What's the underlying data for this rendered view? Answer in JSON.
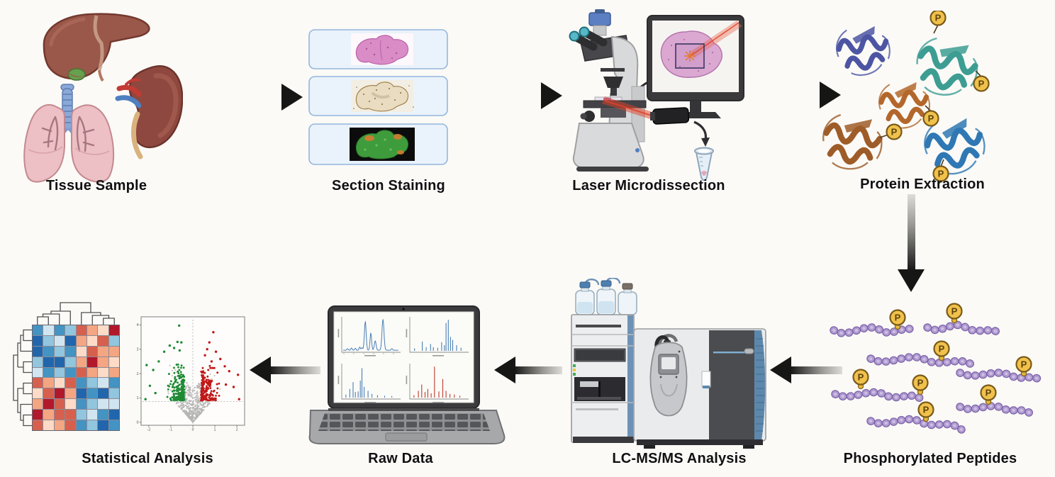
{
  "steps": [
    {
      "id": "tissue-sample",
      "label": "Tissue Sample"
    },
    {
      "id": "section-staining",
      "label": "Section Staining"
    },
    {
      "id": "laser-microdissection",
      "label": "Laser Microdissection"
    },
    {
      "id": "protein-extraction",
      "label": "Protein Extraction"
    },
    {
      "id": "phosphorylated-peptides",
      "label": "Phosphorylated Peptides"
    },
    {
      "id": "lc-ms-ms-analysis",
      "label": "LC-MS/MS Analysis"
    },
    {
      "id": "raw-data",
      "label": "Raw Data"
    },
    {
      "id": "statistical-analysis",
      "label": "Statistical Analysis"
    }
  ],
  "flow": [
    {
      "from": "Tissue Sample",
      "to": "Section Staining"
    },
    {
      "from": "Section Staining",
      "to": "Laser Microdissection"
    },
    {
      "from": "Laser Microdissection",
      "to": "Protein Extraction"
    },
    {
      "from": "Protein Extraction",
      "to": "Phosphorylated Peptides"
    },
    {
      "from": "Phosphorylated Peptides",
      "to": "LC-MS/MS Analysis"
    },
    {
      "from": "LC-MS/MS Analysis",
      "to": "Raw Data"
    },
    {
      "from": "Raw Data",
      "to": "Statistical Analysis"
    }
  ],
  "phosphate": {
    "symbol": "P",
    "fill": "#f0c14b",
    "border": "#7a5a18"
  },
  "colors": {
    "background": "#fbfaf7",
    "label_text": "#101012",
    "arrow_dark": "#161614",
    "slide_fill": "#eaf2fb",
    "slide_border": "#93b6dc",
    "peptide_bead": "#b09ad0",
    "protein_indigo": "#4d55a3",
    "protein_teal": "#3d9d93",
    "protein_orange": "#b3672c",
    "protein_brown": "#9e5c28",
    "protein_blue": "#2f78b3",
    "laser_red": "#e23c28",
    "instrument_blue": "#5d88ac"
  },
  "chart_data": [
    {
      "name": "clustered-heatmap",
      "type": "heatmap",
      "rows": 10,
      "cols": 8,
      "row_dendrogram": true,
      "col_dendrogram": true,
      "cell_colors": [
        [
          "#4393c3",
          "#d1e5f0",
          "#4393c3",
          "#92c5de",
          "#d6604d",
          "#f4a582",
          "#fddbc7",
          "#b2182b"
        ],
        [
          "#2166ac",
          "#92c5de",
          "#d1e5f0",
          "#2166ac",
          "#f4a582",
          "#fddbc7",
          "#d6604d",
          "#92c5de"
        ],
        [
          "#2166ac",
          "#4393c3",
          "#92c5de",
          "#4393c3",
          "#fddbc7",
          "#d6604d",
          "#f4a582",
          "#f4a582"
        ],
        [
          "#92c5de",
          "#2166ac",
          "#2166ac",
          "#92c5de",
          "#f4a582",
          "#b2182b",
          "#f4a582",
          "#fddbc7"
        ],
        [
          "#d1e5f0",
          "#4393c3",
          "#92c5de",
          "#4393c3",
          "#d6604d",
          "#f4a582",
          "#fddbc7",
          "#f4a582"
        ],
        [
          "#d6604d",
          "#f4a582",
          "#fddbc7",
          "#d6604d",
          "#4393c3",
          "#92c5de",
          "#d1e5f0",
          "#4393c3"
        ],
        [
          "#fddbc7",
          "#d6604d",
          "#b2182b",
          "#f4a582",
          "#2166ac",
          "#4393c3",
          "#2166ac",
          "#92c5de"
        ],
        [
          "#f4a582",
          "#b2182b",
          "#d6604d",
          "#fddbc7",
          "#4393c3",
          "#92c5de",
          "#d1e5f0",
          "#d1e5f0"
        ],
        [
          "#b2182b",
          "#f4a582",
          "#d6604d",
          "#d6604d",
          "#92c5de",
          "#d1e5f0",
          "#4393c3",
          "#2166ac"
        ],
        [
          "#d6604d",
          "#fddbc7",
          "#f4a582",
          "#d6604d",
          "#4393c3",
          "#92c5de",
          "#2166ac",
          "#4393c3"
        ]
      ]
    },
    {
      "name": "volcano-plot",
      "type": "scatter",
      "x_ticks": [
        -2,
        -1,
        0,
        1,
        2
      ],
      "y_ticks": [
        0,
        1,
        2,
        3,
        4
      ],
      "xlim": [
        -2.35,
        2.35
      ],
      "ylim": [
        0,
        4.25
      ],
      "threshold_line_y": 0.85,
      "center_line_x": 0,
      "point_colors": {
        "downregulated": "#1e8a34",
        "upregulated": "#c01818",
        "nonsignificant": "#b5b5b5"
      },
      "point_counts": {
        "downregulated": 175,
        "upregulated": 175,
        "nonsignificant": 640
      },
      "outliers_down": [
        [
          -0.62,
          3.97
        ],
        [
          -0.7,
          3.3
        ],
        [
          -0.52,
          3.28
        ],
        [
          -1.05,
          3.15
        ],
        [
          -0.85,
          3.05
        ],
        [
          -1.3,
          2.9
        ],
        [
          -0.6,
          2.95
        ],
        [
          -1.55,
          2.5
        ],
        [
          -2.1,
          2.35
        ],
        [
          -1.8,
          2.15
        ],
        [
          -1.95,
          1.5
        ],
        [
          -1.7,
          1.2
        ],
        [
          -2.15,
          0.95
        ]
      ],
      "outliers_up": [
        [
          0.93,
          3.7
        ],
        [
          0.75,
          3.28
        ],
        [
          0.65,
          3.0
        ],
        [
          1.05,
          2.9
        ],
        [
          0.55,
          2.75
        ],
        [
          1.25,
          2.6
        ],
        [
          0.85,
          2.5
        ],
        [
          1.45,
          2.3
        ],
        [
          2.05,
          1.95
        ],
        [
          1.65,
          2.1
        ],
        [
          1.5,
          1.55
        ],
        [
          1.85,
          1.45
        ],
        [
          2.1,
          0.95
        ]
      ]
    },
    {
      "name": "chromatogram",
      "type": "line",
      "color": "#4a7fb5",
      "peaks": [
        [
          0.4,
          0.92,
          0.016
        ],
        [
          0.5,
          0.55,
          0.014
        ],
        [
          0.58,
          0.3,
          0.016
        ],
        [
          0.72,
          1.0,
          0.018
        ]
      ],
      "baseline_bumps": [
        [
          0.08,
          0.05
        ],
        [
          0.15,
          0.07
        ],
        [
          0.22,
          0.06
        ],
        [
          0.3,
          0.1
        ],
        [
          0.34,
          0.08
        ],
        [
          0.88,
          0.05
        ]
      ]
    },
    {
      "name": "ms-spectrum-1",
      "type": "sticks",
      "color": "#4a7fb5",
      "sticks": [
        [
          0.06,
          0.08
        ],
        [
          0.2,
          0.3
        ],
        [
          0.27,
          0.12
        ],
        [
          0.35,
          0.22
        ],
        [
          0.4,
          0.12
        ],
        [
          0.48,
          0.1
        ],
        [
          0.55,
          0.28
        ],
        [
          0.6,
          0.18
        ],
        [
          0.63,
          0.9
        ],
        [
          0.67,
          1.0
        ],
        [
          0.71,
          0.45
        ],
        [
          0.75,
          0.35
        ],
        [
          0.82,
          0.18
        ],
        [
          0.9,
          0.1
        ]
      ]
    },
    {
      "name": "ms-spectrum-2",
      "type": "sticks",
      "color": "#4a7fb5",
      "sticks": [
        [
          0.05,
          0.1
        ],
        [
          0.12,
          0.28
        ],
        [
          0.18,
          0.5
        ],
        [
          0.22,
          0.18
        ],
        [
          0.27,
          0.2
        ],
        [
          0.31,
          0.55
        ],
        [
          0.34,
          0.95
        ],
        [
          0.38,
          0.35
        ],
        [
          0.45,
          0.22
        ],
        [
          0.52,
          0.12
        ],
        [
          0.62,
          0.08
        ],
        [
          0.75,
          0.06
        ],
        [
          0.88,
          0.05
        ]
      ]
    },
    {
      "name": "ms-spectrum-3",
      "type": "sticks",
      "color": "#bf3a2b",
      "sticks": [
        [
          0.05,
          0.08
        ],
        [
          0.13,
          0.22
        ],
        [
          0.19,
          0.42
        ],
        [
          0.25,
          0.18
        ],
        [
          0.3,
          0.28
        ],
        [
          0.36,
          0.14
        ],
        [
          0.42,
          1.0
        ],
        [
          0.5,
          0.2
        ],
        [
          0.57,
          0.6
        ],
        [
          0.63,
          0.22
        ],
        [
          0.7,
          0.12
        ],
        [
          0.78,
          0.1
        ],
        [
          0.88,
          0.06
        ]
      ]
    }
  ]
}
